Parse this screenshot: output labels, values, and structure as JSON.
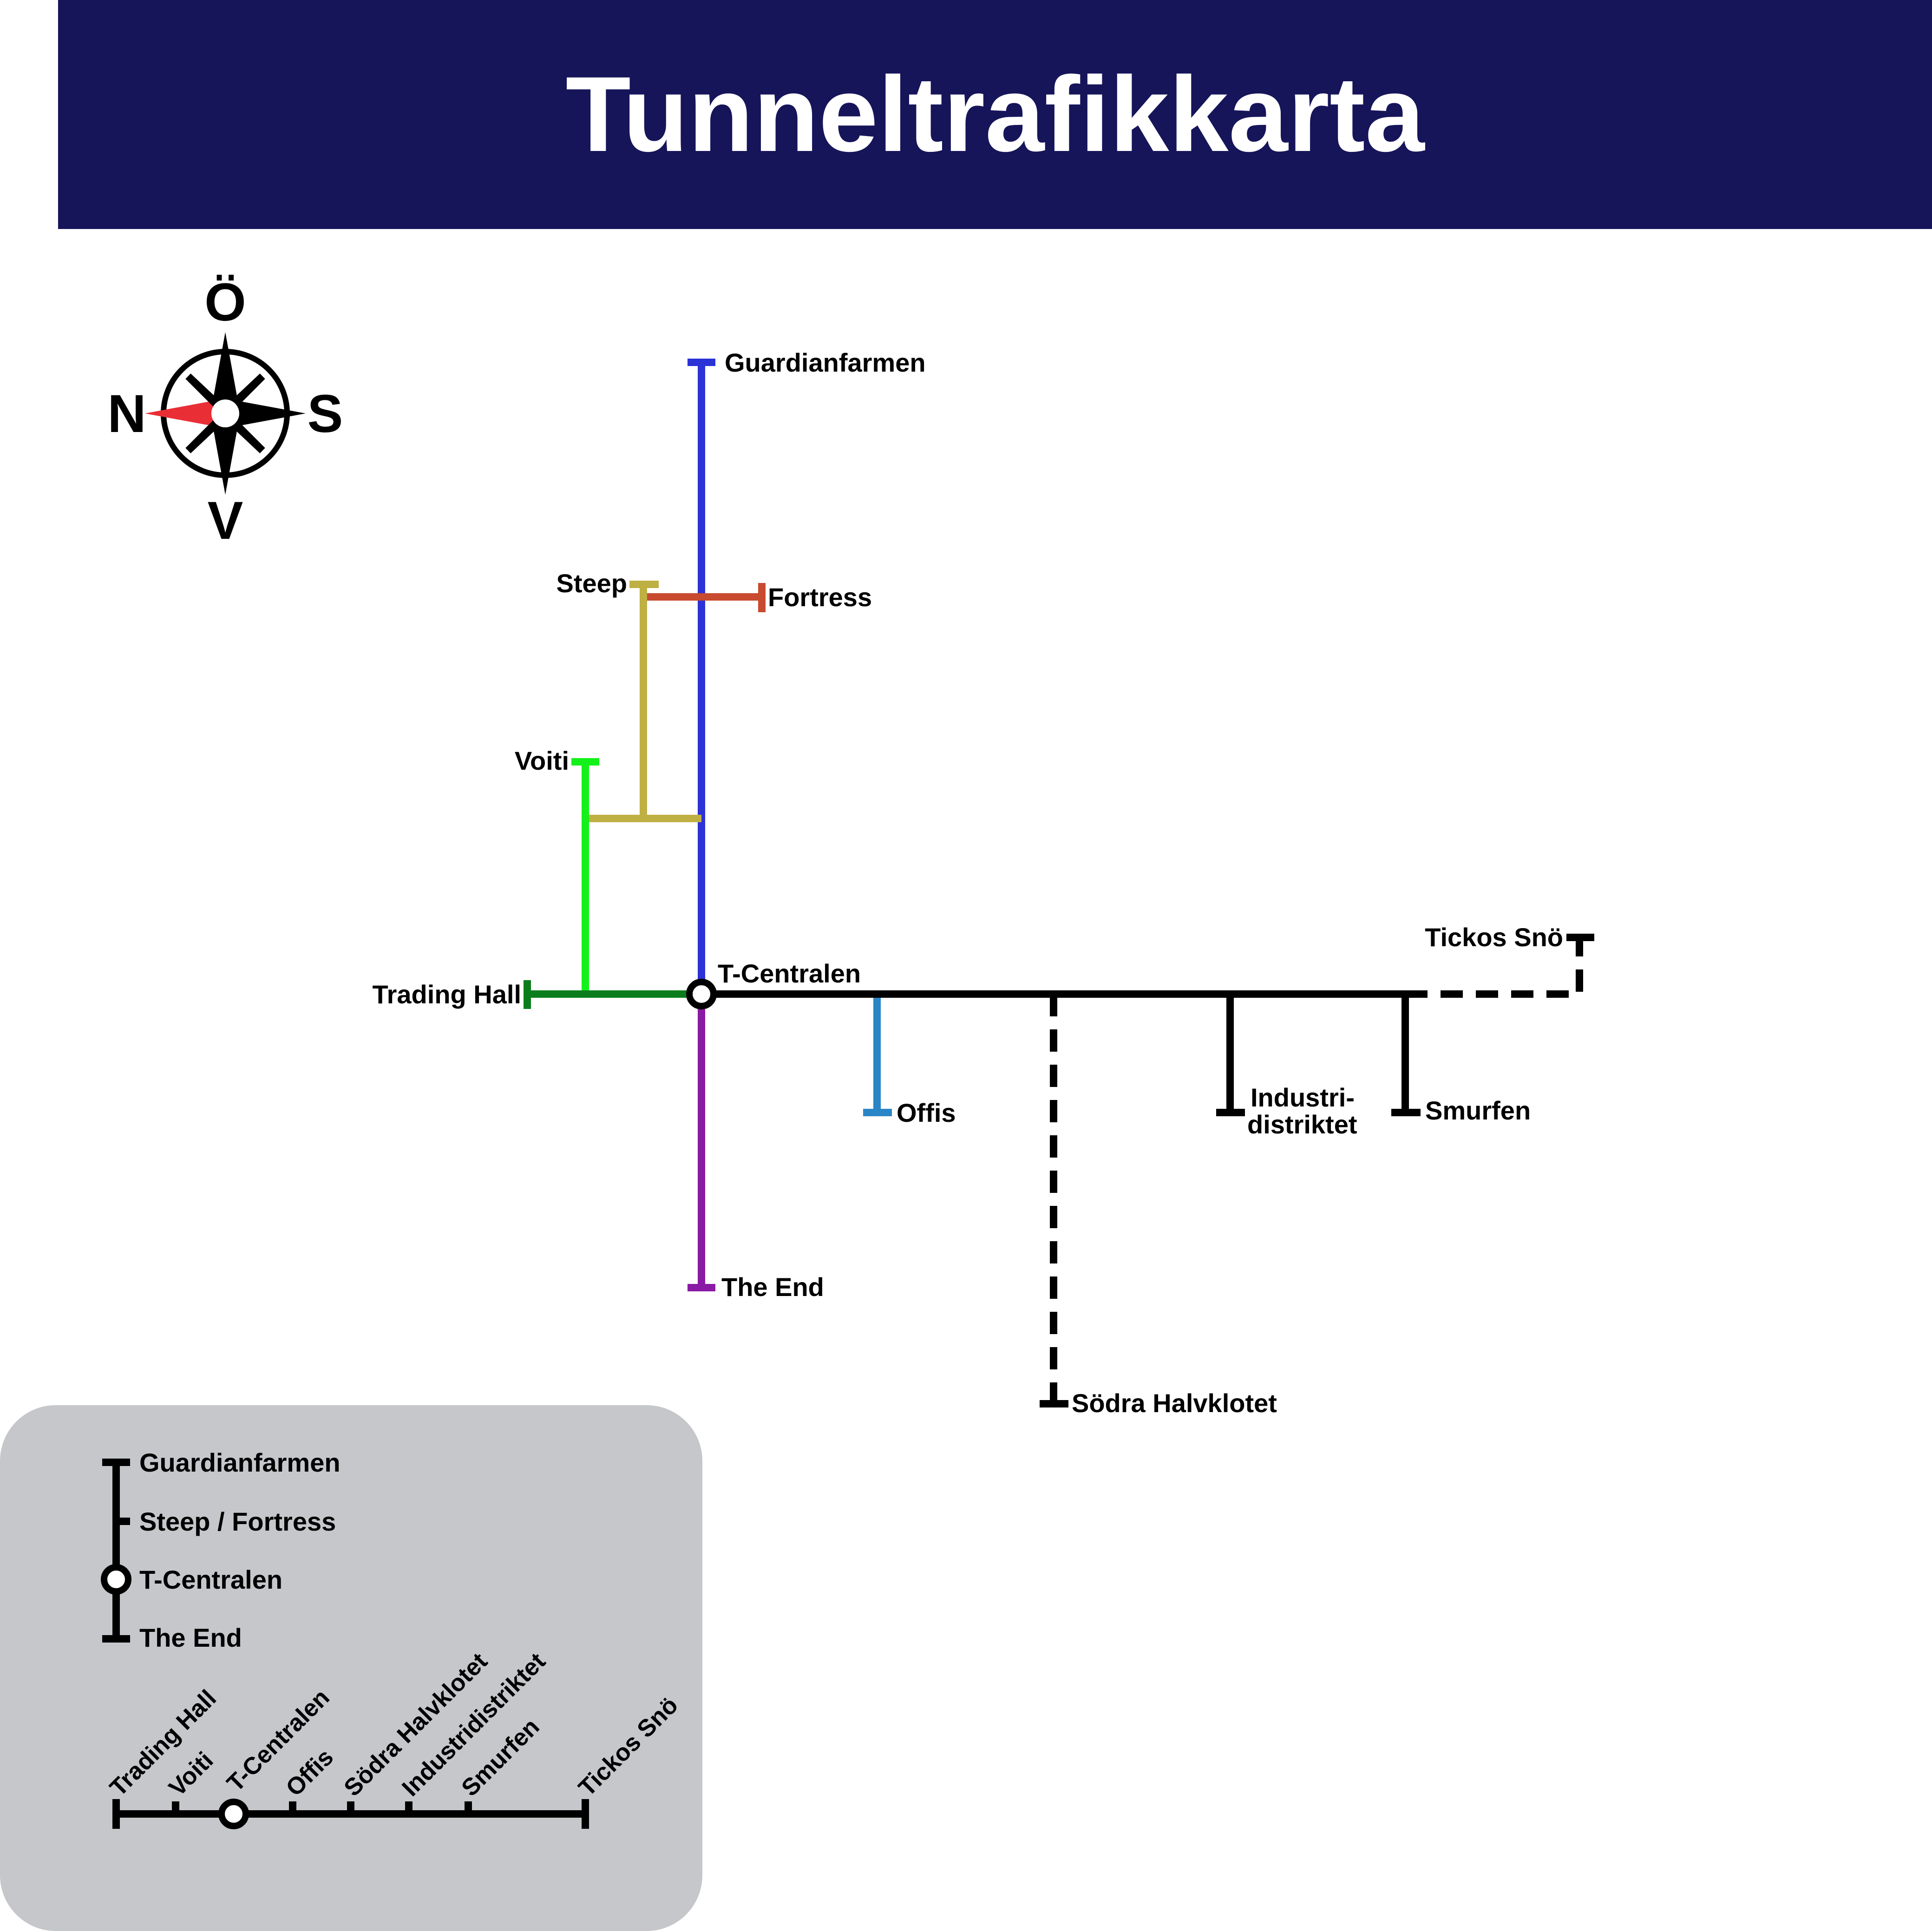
{
  "title": "Tunneltrafikkarta",
  "colors": {
    "header_bg": "#16155a",
    "header_text": "#ffffff",
    "line_guardianfarmen": "#2b32d6",
    "line_fortress": "#c84a2f",
    "line_steep": "#bfb043",
    "line_voiti": "#14f11a",
    "line_trading_hall": "#0c7d1c",
    "line_the_end": "#8a1ba4",
    "line_offis": "#2a85c6",
    "line_main": "#000000",
    "compass_north": "#ea2e36",
    "legend_bg": "#c5c7cb"
  },
  "compass": {
    "north": "N",
    "east": "Ö",
    "south": "S",
    "west": "V"
  },
  "stations": {
    "guardianfarmen": "Guardianfarmen",
    "steep": "Steep",
    "fortress": "Fortress",
    "voiti": "Voiti",
    "trading_hall": "Trading Hall",
    "t_centralen": "T-Centralen",
    "offis": "Offis",
    "the_end": "The End",
    "sodra_halvklotet": "Södra Halvklotet",
    "industridistriktet_line1": "Industri-",
    "industridistriktet_line2": "distriktet",
    "smurfen": "Smurfen",
    "tickos_sno": "Tickos Snö"
  },
  "legend": {
    "vertical": [
      "Guardianfarmen",
      "Steep / Fortress",
      "T-Centralen",
      "The End"
    ],
    "horizontal": [
      "Trading Hall",
      "Voiti",
      "T-Centralen",
      "Offis",
      "Södra Halvklotet",
      "Industridistriktet",
      "Smurfen",
      "Tickos Snö"
    ]
  }
}
